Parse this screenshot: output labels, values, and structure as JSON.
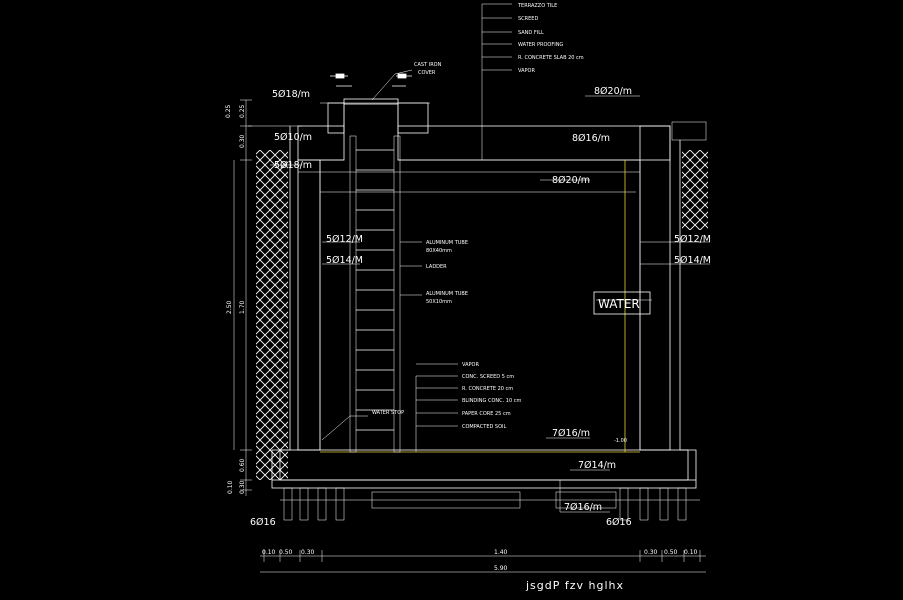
{
  "roof_layers": [
    "TERRAZZO TILE",
    "SCREED",
    "SAND FILL",
    "WATER PROOFING",
    "R. CONCRETE SLAB 20 cm",
    "VAPOR"
  ],
  "floor_layers": [
    "VAPOR",
    "CONC. SCREED 5 cm",
    "R. CONCRETE 20 cm",
    "BLINDING CONC. 10 cm",
    "PAPER CORE 25 cm",
    "COMPACTED SOIL"
  ],
  "cast_iron_cover": [
    "CAST IRON",
    "COVER"
  ],
  "aluminum_tube_1": [
    "ALUMINUM TUBE",
    "80X40mm"
  ],
  "ladder": "LADDER",
  "aluminum_tube_2": [
    "ALUMINUM TUBE",
    "50X10mm"
  ],
  "water_stop": "WATER STOP",
  "water_label": "WATER",
  "level_mark": "-1.00",
  "rebar": {
    "top_left_1": "5Ø18/m",
    "top_left_2": "5Ø10/m",
    "top_left_3": "5Ø18/m",
    "slab_top": "8Ø20/m",
    "slab_mid": "8Ø16/m",
    "slab_bottom": "8Ø20/m",
    "wall_left_1": "5Ø12/M",
    "wall_left_2": "5Ø14/M",
    "wall_right_1": "5Ø12/M",
    "wall_right_2": "5Ø14/M",
    "base_1": "7Ø16/m",
    "base_2": "7Ø14/m",
    "base_3": "7Ø16/m",
    "foot_left": "6Ø16",
    "foot_right": "6Ø16"
  },
  "vertical_dims": [
    "0.25",
    "0.25",
    "0.30",
    "2.50",
    "1.70",
    "0.60",
    "0.30",
    "0.10"
  ],
  "horizontal_dims": {
    "left": [
      "0.10",
      "0.50",
      "0.30"
    ],
    "middle": "1.40",
    "right": [
      "0.30",
      "0.50",
      "0.10"
    ],
    "total": "5.90"
  },
  "title": "jsgdP fzv hglhx"
}
